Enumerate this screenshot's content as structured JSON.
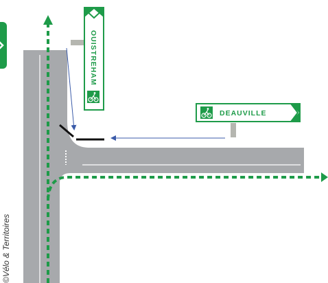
{
  "signs": {
    "vertical": {
      "destination": "OUISTREHAM",
      "pictogram": "cyclist-icon"
    },
    "horizontal": {
      "destination": "DEAUVILLE",
      "pictogram": "cyclist-icon"
    }
  },
  "credit": "©Vélo & Territoires",
  "colors": {
    "route_green": "#1e9b49",
    "road_gray": "#a7a9ac",
    "sign_border": "#1e9b49",
    "arrow_blue": "#3b5ba9",
    "post_gray": "#b5b6b0"
  }
}
